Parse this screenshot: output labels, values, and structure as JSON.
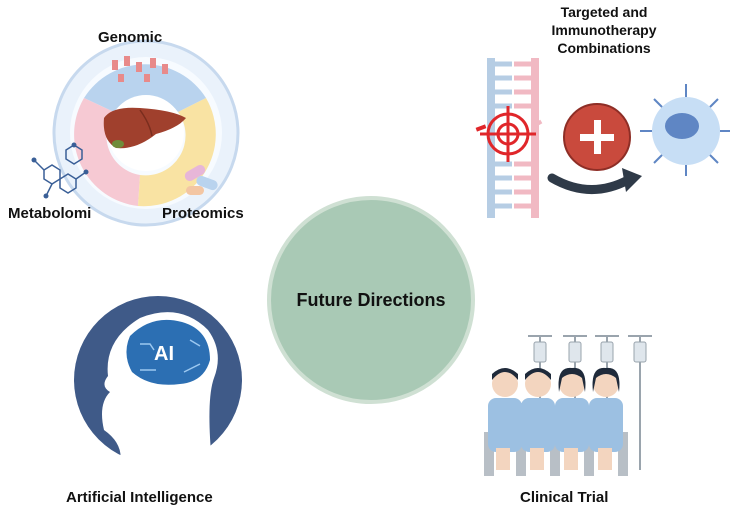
{
  "center": {
    "label": "Future Directions"
  },
  "nodes": {
    "multiomics": {
      "top_label": "Genomic",
      "left_label": "Metabolomi",
      "right_label": "Proteomics"
    },
    "therapy": {
      "label_line1": "Targeted and",
      "label_line2": "Immunotherapy",
      "label_line3": "Combinations",
      "plus_symbol": "+"
    },
    "ai": {
      "label": "Artificial Intelligence",
      "brain_text": "AI"
    },
    "clinical": {
      "label": "Clinical Trial"
    }
  },
  "colors": {
    "center_circle": "#a9c9b5",
    "ai_background": "#3f5a88",
    "ai_brain": "#2c6fb3",
    "target_red": "#e0262a",
    "plus_circle": "#c94a3d",
    "gown": "#9cc0e2"
  }
}
